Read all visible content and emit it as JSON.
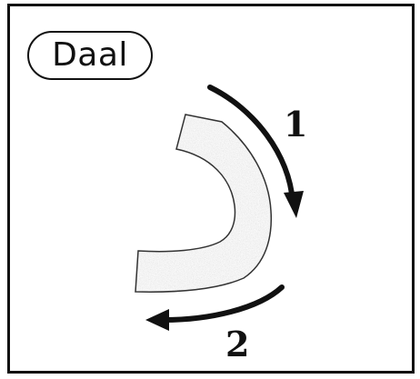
{
  "label": "Daal",
  "steps": [
    {
      "number": "1"
    },
    {
      "number": "2"
    }
  ],
  "colors": {
    "ink": "#111111",
    "stroke_texture": "#b4b4b4"
  }
}
